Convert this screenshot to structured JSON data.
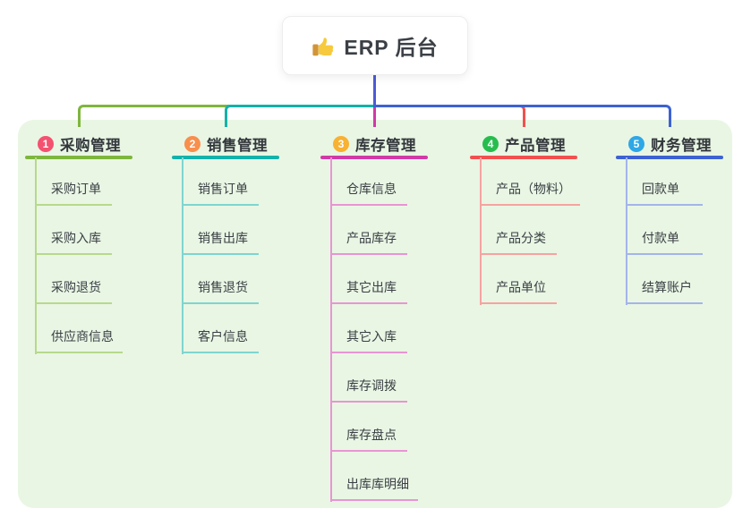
{
  "root": {
    "title": "ERP 后台",
    "icon": "thumbs-up-icon"
  },
  "colors": {
    "root_line": "#4c5bd4",
    "panel_bg": "#e9f6e4",
    "title_text": "#33373c",
    "item_text": "#3a3f44"
  },
  "branches": [
    {
      "index": "1",
      "label": "采购管理",
      "badge_color": "#f45170",
      "line_color": "#7eb63e",
      "light_color": "#b7d98c",
      "items": [
        "采购订单",
        "采购入库",
        "采购退货",
        "供应商信息"
      ]
    },
    {
      "index": "2",
      "label": "销售管理",
      "badge_color": "#f88f4d",
      "line_color": "#13b2aa",
      "light_color": "#7fd5cf",
      "items": [
        "销售订单",
        "销售出库",
        "销售退货",
        "客户信息"
      ]
    },
    {
      "index": "3",
      "label": "库存管理",
      "badge_color": "#f8b132",
      "line_color": "#d13aa6",
      "light_color": "#e895d3",
      "items": [
        "仓库信息",
        "产品库存",
        "其它出库",
        "其它入库",
        "库存调拨",
        "库存盘点",
        "出库库明细"
      ]
    },
    {
      "index": "4",
      "label": "产品管理",
      "badge_color": "#26bd4e",
      "line_color": "#f2504f",
      "light_color": "#f6a3a0",
      "items": [
        "产品（物料）",
        "产品分类",
        "产品单位"
      ]
    },
    {
      "index": "5",
      "label": "财务管理",
      "badge_color": "#2ea8e6",
      "line_color": "#3d62d3",
      "light_color": "#a3b5e9",
      "items": [
        "回款单",
        "付款单",
        "结算账户"
      ]
    }
  ]
}
